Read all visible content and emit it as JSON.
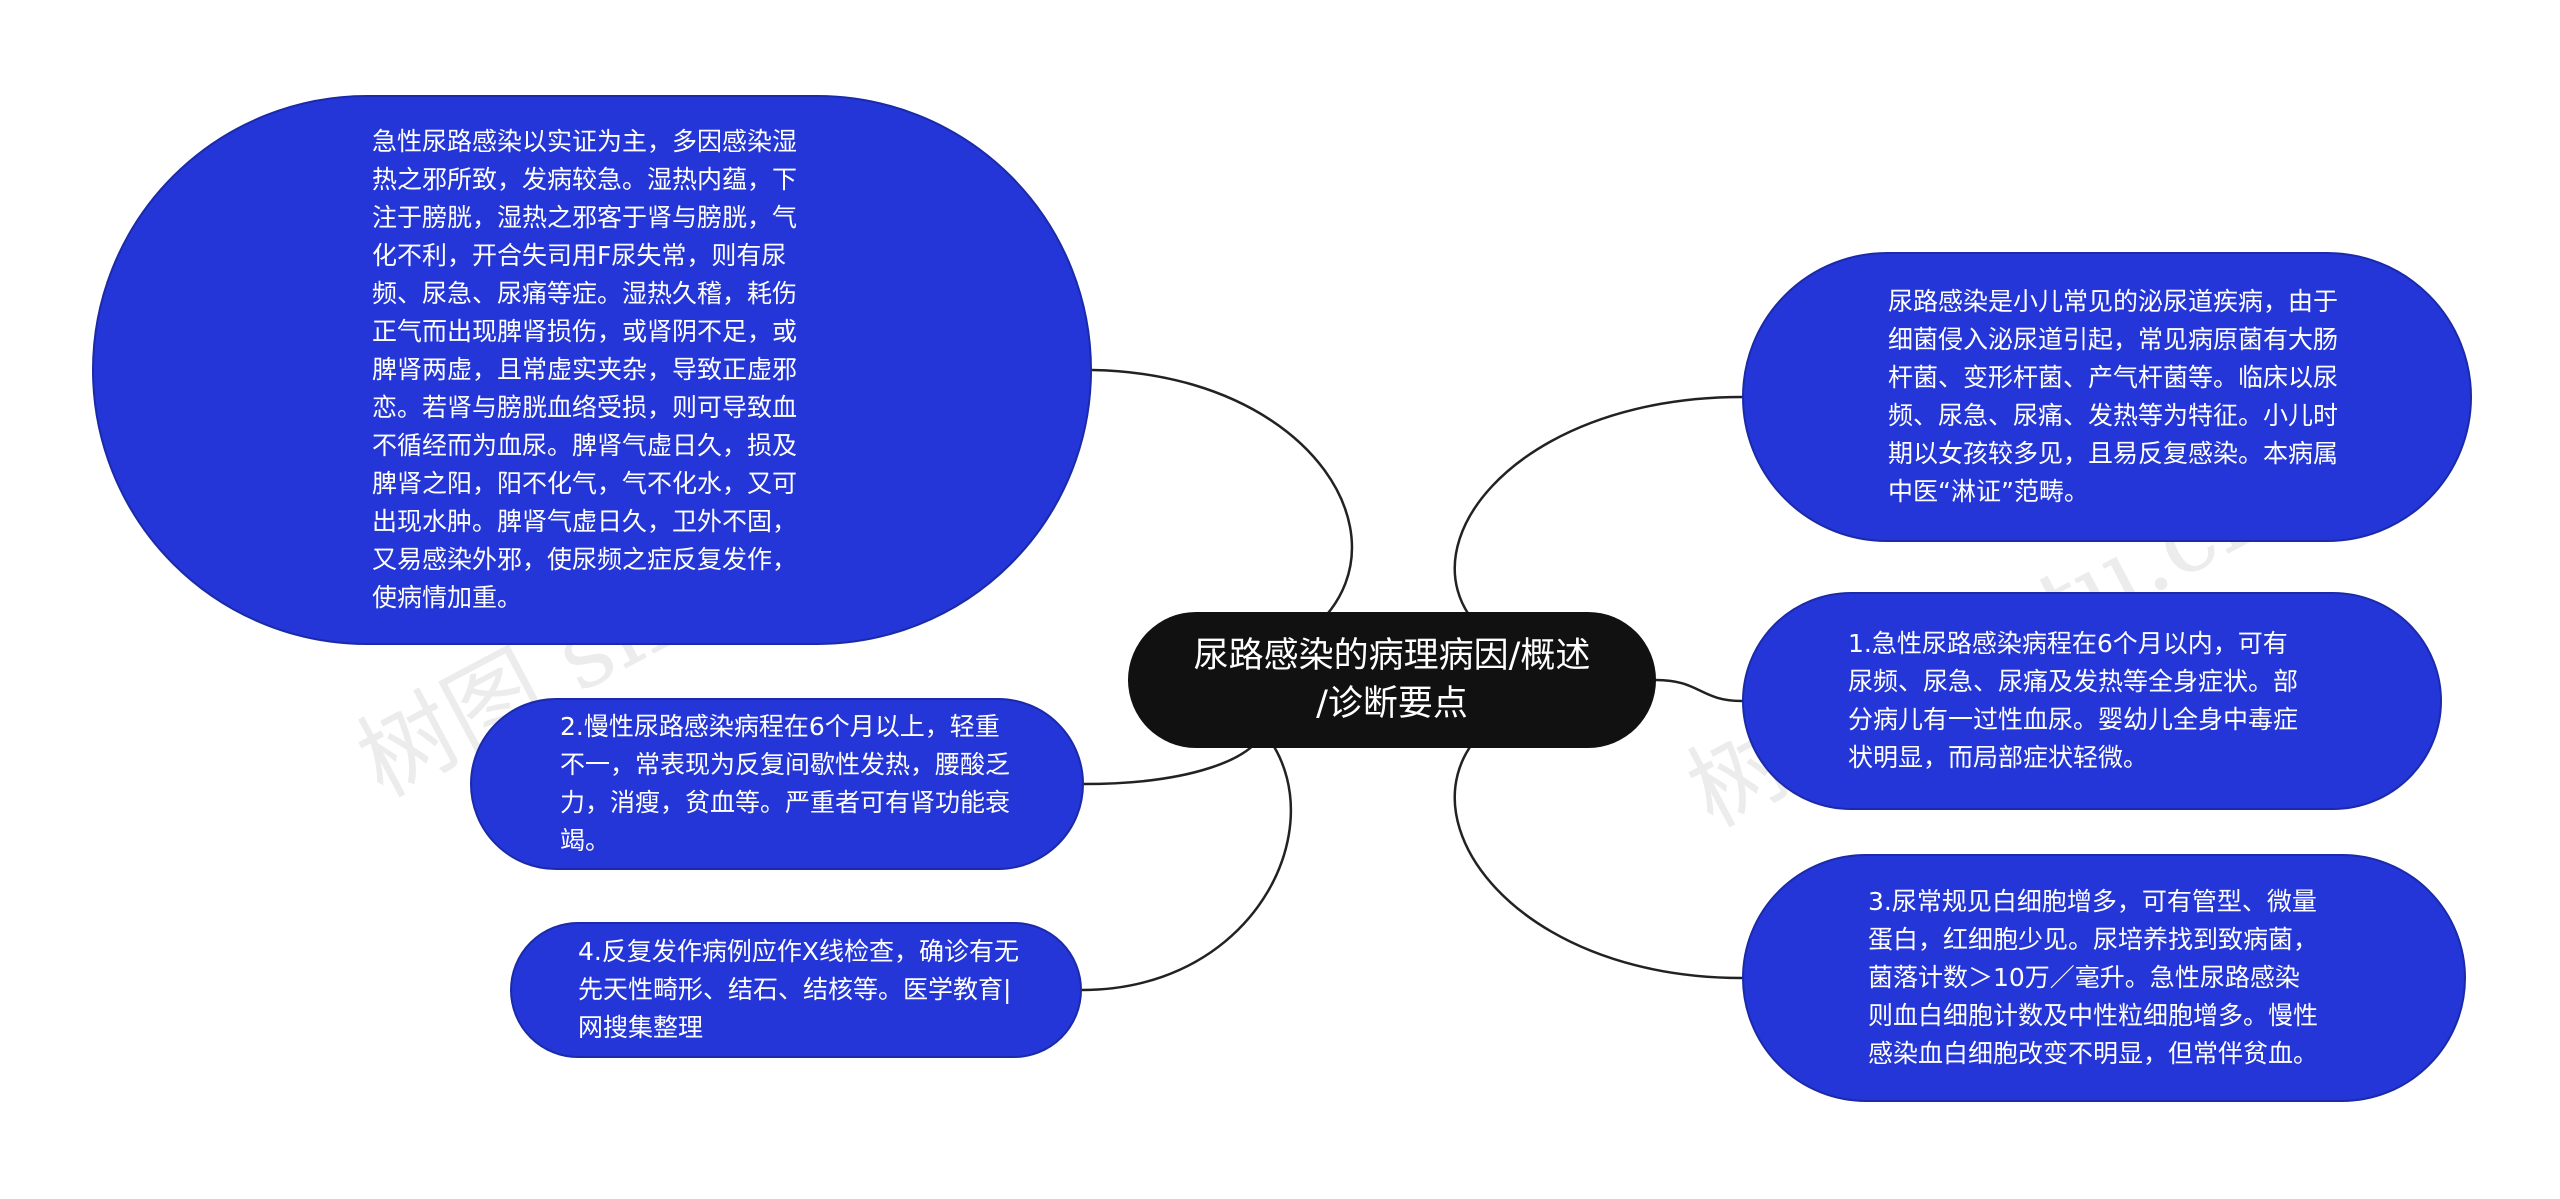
{
  "center": {
    "title": "尿路感染的病理病因/概述\n/诊断要点"
  },
  "topics_left": [
    {
      "id": "t-left-1",
      "text": "急性尿路感染以实证为主，多因感染湿热之邪所致，发病较急。湿热内蕴，下注于膀胱，湿热之邪客于肾与膀胱，气化不利，开合失司用F尿失常，则有尿频、尿急、尿痛等症。湿热久稽，耗伤正气而出现脾肾损伤，或肾阴不足，或脾肾两虚，且常虚实夹杂，导致正虚邪恋。若肾与膀胱血络受损，则可导致血不循经而为血尿。脾肾气虚日久，损及脾肾之阳，阳不化气，气不化水，又可出现水肿。脾肾气虚日久，卫外不固，又易感染外邪，使尿频之症反复发作，使病情加重。"
    },
    {
      "id": "t-left-2",
      "text": "2.慢性尿路感染病程在6个月以上，轻重不一，常表现为反复间歇性发热，腰酸乏力，消瘦，贫血等。严重者可有肾功能衰竭。"
    },
    {
      "id": "t-left-3",
      "text": "4.反复发作病例应作X线检查，确诊有无先天性畸形、结石、结核等。医学教育|网搜集整理"
    }
  ],
  "topics_right": [
    {
      "id": "t-right-1",
      "text": "尿路感染是小儿常见的泌尿道疾病，由于细菌侵入泌尿道引起，常见病原菌有大肠杆菌、变形杆菌、产气杆菌等。临床以尿频、尿急、尿痛、发热等为特征。小儿时期以女孩较多见，且易反复感染。本病属中医“淋证”范畴。"
    },
    {
      "id": "t-right-2",
      "text": "1.急性尿路感染病程在6个月以内，可有尿频、尿急、尿痛及发热等全身症状。部分病儿有一过性血尿。婴幼儿全身中毒症状明显，而局部症状轻微。"
    },
    {
      "id": "t-right-3",
      "text": "3.尿常规见白细胞增多，可有管型、微量蛋白，红细胞少见。尿培养找到致病菌，菌落计数＞10万／毫升。急性尿路感染则血白细胞计数及中性粒细胞增多。慢性感染血白细胞改变不明显，但常伴贫血。"
    }
  ],
  "watermarks": [
    "树图 shutu.cn",
    "树图 shutu.cn"
  ],
  "colors": {
    "topic_fill": "#2436d8",
    "center_fill": "#111111",
    "connector": "#222222",
    "text": "#ffffff"
  }
}
